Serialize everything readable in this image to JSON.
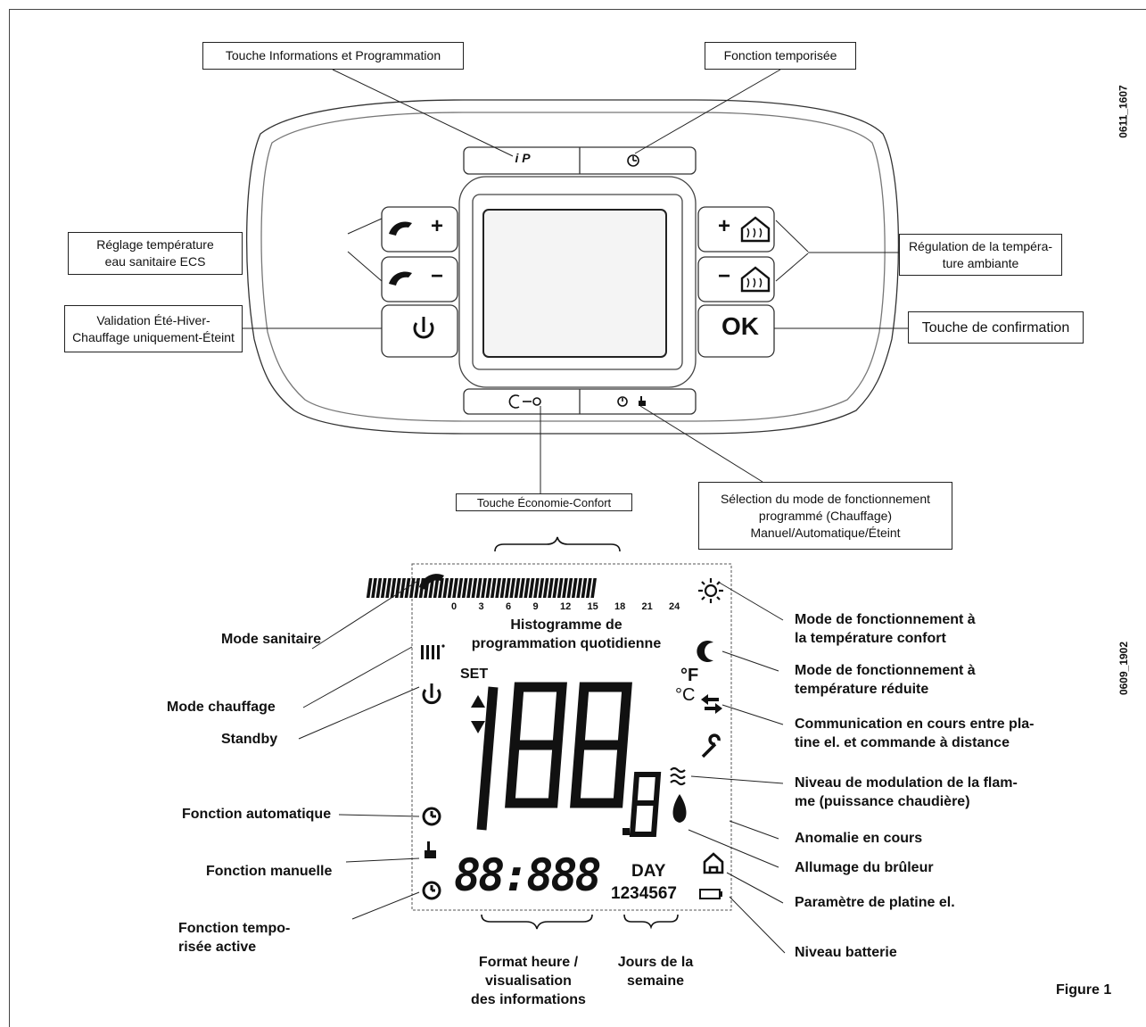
{
  "figure_label": "Figure 1",
  "codes": {
    "top": "0611_1607",
    "bottom": "0609_1902"
  },
  "device": {
    "callouts": {
      "info_prog": "Touche Informations et Programmation",
      "timed": "Fonction temporisée",
      "dhw_temp": "Réglage température\neau sanitaire ECS",
      "room_temp": "Régulation de la tempéra-\nture ambiante",
      "season": "Validation Été-Hiver-\nChauffage uniquement-Éteint",
      "confirm": "Touche de confirmation",
      "eco_comfort": "Touche Économie-Confort",
      "mode_select": "Sélection du mode de fonctionnement\nprogrammé (Chauffage)\nManuel/Automatique/Éteint"
    },
    "keys": {
      "plus": "+",
      "minus": "−",
      "ok": "OK",
      "info": "i P"
    }
  },
  "display": {
    "left_labels": {
      "dhw_mode": "Mode sanitaire",
      "heating_mode": "Mode chauffage",
      "standby": "Standby",
      "auto": "Fonction automatique",
      "manual": "Fonction manuelle",
      "timed_active": "Fonction tempo-\nrisée active"
    },
    "top_label": "Histogramme de\nprogrammation quotidienne",
    "bottom_labels": {
      "time_format": "Format heure /\nvisualisation\ndes informations",
      "weekdays": "Jours de la\nsemaine"
    },
    "right_labels": {
      "comfort": "Mode de fonctionnement à\nla température confort",
      "reduced": "Mode de fonctionnement à\ntempérature réduite",
      "comm": "Communication en cours entre pla-\ntine el. et commande à distance",
      "flame": "Niveau de modulation de la flam-\nme (puissance chaudière)",
      "fault": "Anomalie en cours",
      "burner": "Allumage du brûleur",
      "board_param": "Paramètre de platine el.",
      "battery": "Niveau batterie"
    },
    "lcd": {
      "hours": [
        "0",
        "3",
        "6",
        "9",
        "12",
        "15",
        "18",
        "21",
        "24"
      ],
      "set": "SET",
      "big_digits": "188.8",
      "deg_f": "°F",
      "deg_c": "°C",
      "small_digits": "88:888",
      "day": "DAY",
      "days": "1234567"
    }
  }
}
